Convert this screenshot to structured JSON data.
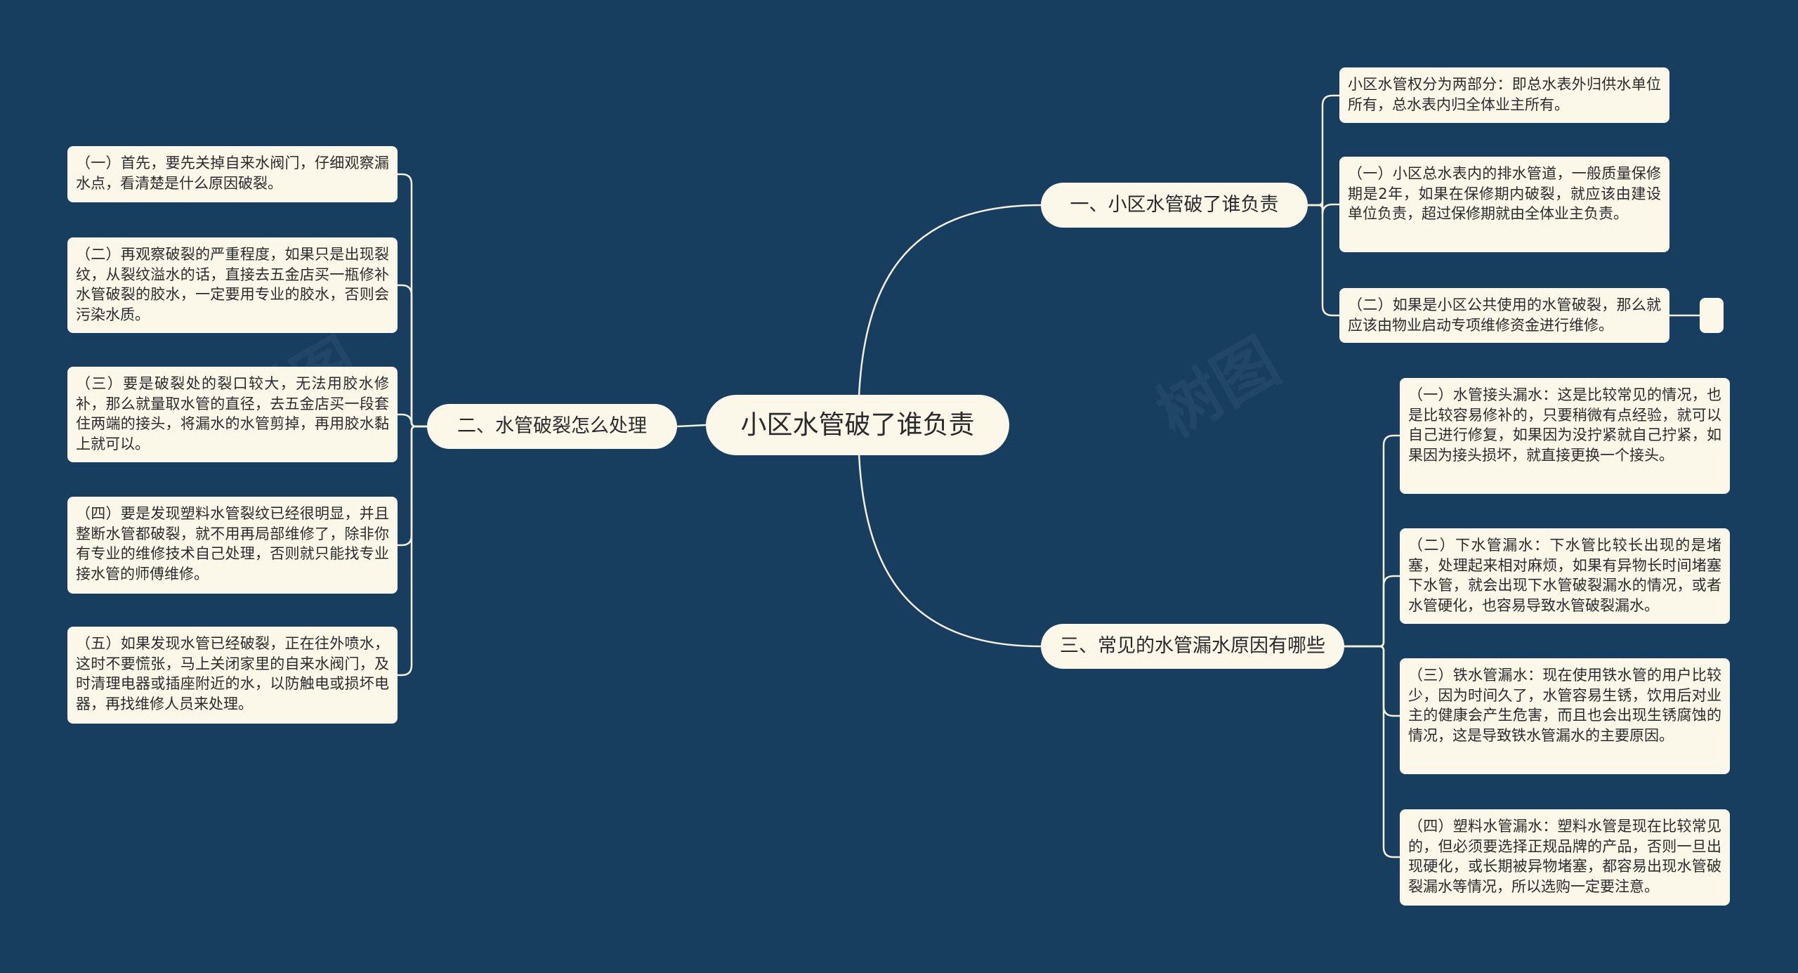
{
  "root": {
    "label": "小区水管破了谁负责"
  },
  "branches": [
    {
      "label": "一、小区水管破了谁负责",
      "children": [
        "小区水管权分为两部分：即总水表外归供水单位所有，总水表内归全体业主所有。",
        "（一）小区总水表内的排水管道，一般质量保修期是2年，如果在保修期内破裂，就应该由建设单位负责，超过保修期就由全体业主负责。",
        "（二）如果是小区公共使用的水管破裂，那么就应该由物业启动专项维修资金进行维修。"
      ]
    },
    {
      "label": "二、水管破裂怎么处理",
      "children": [
        "（一）首先，要先关掉自来水阀门，仔细观察漏水点，看清楚是什么原因破裂。",
        "（二）再观察破裂的严重程度，如果只是出现裂纹，从裂纹溢水的话，直接去五金店买一瓶修补水管破裂的胶水，一定要用专业的胶水，否则会污染水质。",
        "（三）要是破裂处的裂口较大，无法用胶水修补，那么就量取水管的直径，去五金店买一段套住两端的接头，将漏水的水管剪掉，再用胶水黏上就可以。",
        "（四）要是发现塑料水管裂纹已经很明显，并且整断水管都破裂，就不用再局部维修了，除非你有专业的维修技术自己处理，否则就只能找专业接水管的师傅维修。",
        "（五）如果发现水管已经破裂，正在往外喷水，这时不要慌张，马上关闭家里的自来水阀门，及时清理电器或插座附近的水，以防触电或损坏电器，再找维修人员来处理。"
      ]
    },
    {
      "label": "三、常见的水管漏水原因有哪些",
      "children": [
        "（一）水管接头漏水：这是比较常见的情况，也是比较容易修补的，只要稍微有点经验，就可以自己进行修复，如果因为没拧紧就自己拧紧，如果因为接头损坏，就直接更换一个接头。",
        "（二）下水管漏水：下水管比较长出现的是堵塞，处理起来相对麻烦，如果有异物长时间堵塞下水管，就会出现下水管破裂漏水的情况，或者水管硬化，也容易导致水管破裂漏水。",
        "（三）铁水管漏水：现在使用铁水管的用户比较少，因为时间久了，水管容易生锈，饮用后对业主的健康会产生危害，而且也会出现生锈腐蚀的情况，这是导致铁水管漏水的主要原因。",
        "（四）塑料水管漏水：塑料水管是现在比较常见的，但必须要选择正规品牌的产品，否则一旦出现硬化，或长期被异物堵塞，都容易出现水管破裂漏水等情况，所以选购一定要注意。"
      ]
    }
  ],
  "colors": {
    "background": "#173d5f",
    "node_fill": "#fbf8ea",
    "connector": "#f4efd9"
  }
}
